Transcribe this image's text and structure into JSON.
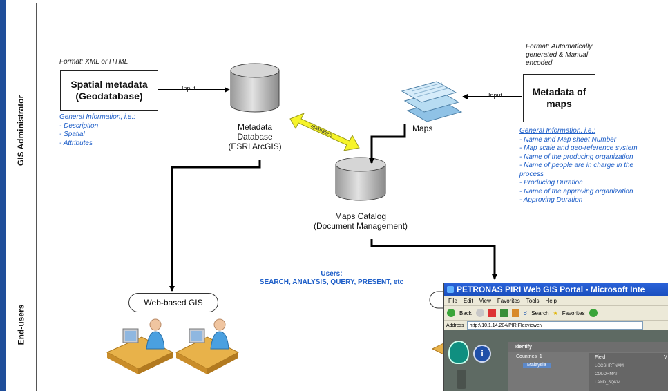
{
  "lanes": {
    "admin": "GIS Administrator",
    "end_users": "End-users"
  },
  "left": {
    "format": "Format: XML or HTML",
    "box_line1": "Spatial metadata",
    "box_line2": "(Geodatabase)",
    "input": "Input",
    "info": {
      "heading": "General Information, i.e.:",
      "items": [
        "- Description",
        "- Spatial",
        "- Attributes"
      ]
    }
  },
  "metadata_db": {
    "line1": "Metadata",
    "line2": "Database",
    "line3": "(ESRI ArcGIS)"
  },
  "spatialize": "Spatialize",
  "maps": {
    "label": "Maps",
    "input": "Input"
  },
  "right": {
    "format_line1": "Format: Automatically",
    "format_line2": "generated & Manual",
    "format_line3": "encoded",
    "box_line1": "Metadata of",
    "box_line2": "maps",
    "info": {
      "heading": "General Information, i.e.:",
      "items": [
        "- Name and Map sheet Number",
        "- Map scale and geo-reference system",
        "- Name of the producing organization",
        "- Name of people are in charge in the",
        "process",
        "- Producing Duration",
        "- Name of the approving organization",
        "- Approving Duration"
      ]
    }
  },
  "catalog": {
    "line1": "Maps Catalog",
    "line2": "(Document Management)"
  },
  "users": {
    "line1": "Users:",
    "line2": "SEARCH, ANALYSIS, QUERY, PRESENT, etc"
  },
  "web_gis": "Web-based GIS",
  "browser": {
    "title": "PETRONAS PIRI Web GIS Portal - Microsoft Inte",
    "menu": [
      "File",
      "Edit",
      "View",
      "Favorites",
      "Tools",
      "Help"
    ],
    "back": "Back",
    "search": "Search",
    "favorites": "Favorites",
    "address_label": "Address",
    "url": "http://10.1.14.204/PIRIFlexviewer/",
    "panel_title": "Identify",
    "tree_item1": "Countries_1",
    "tree_item2": "Malaysia",
    "col_field": "Field",
    "col_value": "V",
    "rows": [
      "LOCSHRTNAM",
      "COLORMAP",
      "LAND_SQKM"
    ]
  },
  "colors": {
    "info_blue": "#1f5fc8",
    "edge_blue": "#1f4e9a",
    "arrow_yellow": "#f6f42a",
    "title_bar_blue": "#1a4fbf"
  }
}
